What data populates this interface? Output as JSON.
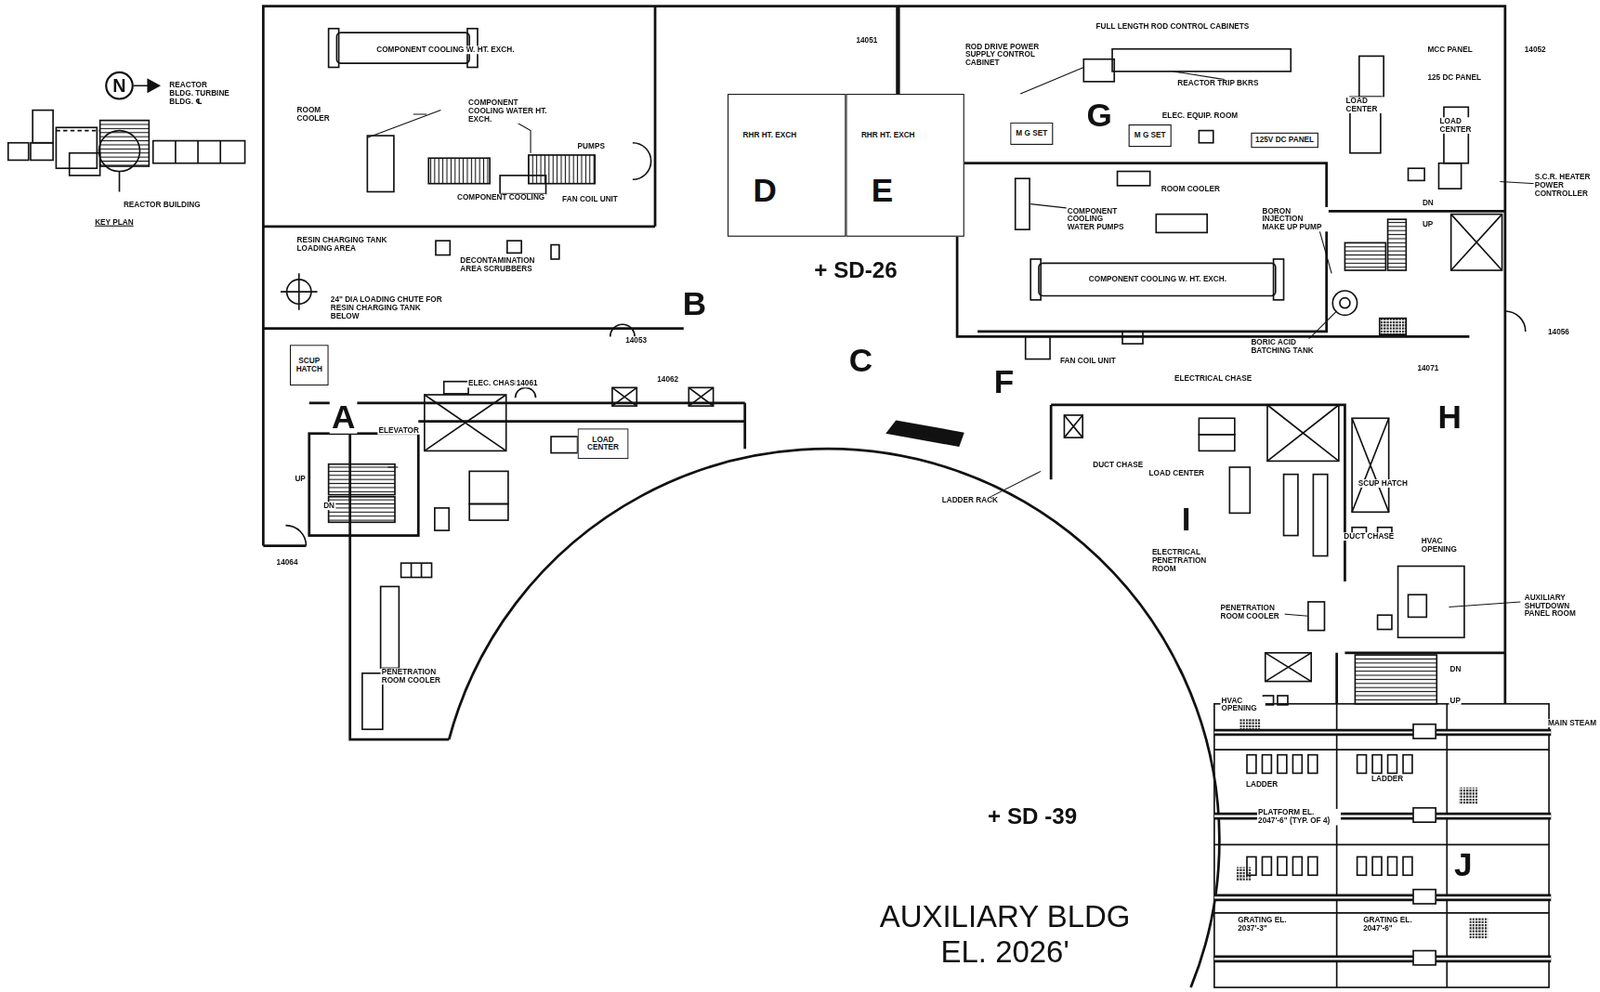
{
  "diagram": {
    "title": "AUXILIARY BLDG",
    "nodes": [
      {
        "text": [
          "RHR HT. EXCH",
          "D"
        ]
      },
      {
        "text": [
          "RHR HT. EXCH",
          "E"
        ]
      },
      {
        "text": [
          "LOAD CENTER"
        ]
      },
      {
        "text": [
          "M G SET"
        ]
      },
      {
        "text": [
          "M G SET"
        ]
      },
      {
        "text": [
          "125V DC PANEL"
        ]
      },
      {
        "text": [
          "SCUP HATCH"
        ]
      },
      {
        "text": [
          "N"
        ]
      }
    ],
    "labels": [
      "A",
      "B",
      "C",
      "F",
      "G",
      "H",
      "I",
      "J",
      "+ SD-26",
      "+ SD -39",
      "EL. 2026'",
      "KEY PLAN",
      "REACTOR BUILDING",
      "REACTOR BLDG. TURBINE BLDG. ℄",
      "COMPONENT COOLING W. HT. EXCH.",
      "COMPONENT COOLING WATER HT. EXCH.",
      "ROOM COOLER",
      "PUMPS",
      "COMPONENT COOLING",
      "FAN COIL UNIT",
      "RESIN CHARGING TANK LOADING AREA",
      "DECONTAMINATION AREA SCRUBBERS",
      "24\" DIA LOADING CHUTE FOR RESIN CHARGING TANK BELOW",
      "ELEC. CHASE",
      "ELEVATOR",
      "PENETRATION ROOM COOLER",
      "FULL LENGTH ROD CONTROL CABINETS",
      "ROD DRIVE POWER SUPPLY CONTROL CABINET",
      "REACTOR TRIP BKRS",
      "ELEC. EQUIP. ROOM",
      "LOAD CENTER",
      "MCC PANEL",
      "125 DC PANEL",
      "LOAD CENTER",
      "S.C.R. HEATER POWER CONTROLLER",
      "ROOM COOLER",
      "COMPONENT COOLING WATER PUMPS",
      "BORON INJECTION MAKE UP PUMP",
      "COMPONENT COOLING W. HT. EXCH.",
      "BORIC ACID BATCHING TANK",
      "FAN COIL UNIT",
      "ELECTRICAL CHASE",
      "DUCT CHASE",
      "LADDER RACK",
      "LOAD CENTER",
      "ELECTRICAL PENETRATION ROOM",
      "PENETRATION ROOM COOLER",
      "DUCT CHASE",
      "HVAC OPENING",
      "AUXILIARY SHUTDOWN PANEL ROOM",
      "HVAC OPENING",
      "SCUP HATCH",
      "MAIN STEAM",
      "LADDER",
      "LADDER",
      "PLATFORM EL. 2047'-6\" (TYP. OF 4)",
      "GRATING EL. 2037'-3\"",
      "GRATING EL. 2047'-6\"",
      "DN",
      "UP",
      "DN",
      "UP",
      "UP",
      "DN",
      "14051",
      "14052",
      "14056",
      "14071",
      "14061",
      "14062",
      "14053",
      "14064"
    ]
  }
}
